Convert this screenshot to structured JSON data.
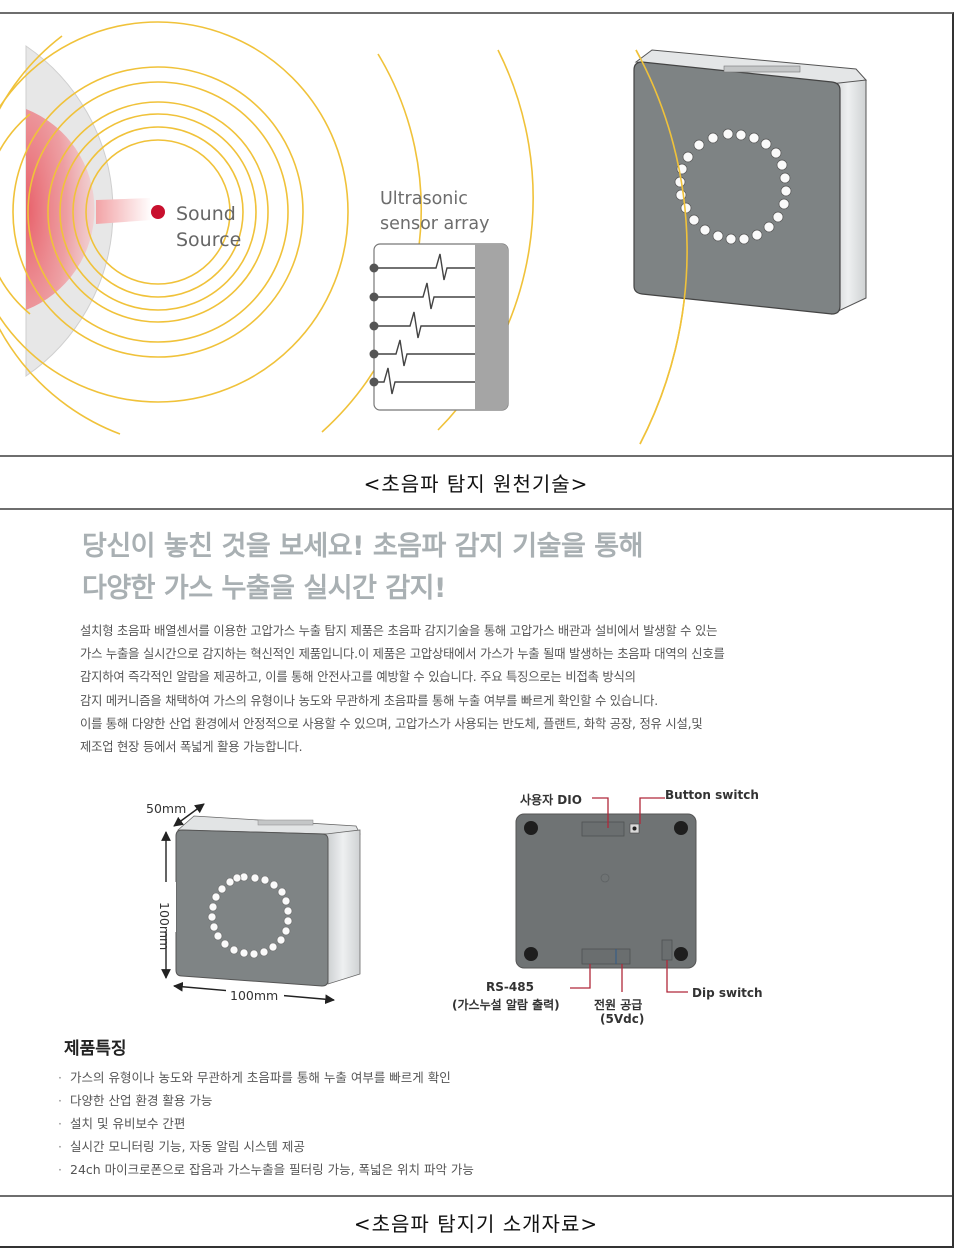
{
  "figure1": {
    "sound_source_label": [
      "Sound",
      "Source"
    ],
    "sensor_array_label": [
      "Ultrasonic",
      "sensor array"
    ],
    "caption": "<초음파 탐지 원천기술>",
    "colors": {
      "wave": "#f0c23a",
      "source_dot": "#c8102e",
      "heat": "#e8747a",
      "cone": "#e6e6e6",
      "device_face": "#7d8283"
    }
  },
  "figure2": {
    "headline": [
      "당신이 놓친 것을 보세요! 초음파 감지 기술을 통해",
      "다양한 가스 누출을 실시간 감지!"
    ],
    "body_lines": [
      "설치형 초음파 배열센서를 이용한 고압가스 누출 탐지 제품은 초음파 감지기술을 통해 고압가스 배관과 설비에서 발생할 수 있는",
      "가스 누출을 실시간으로 감지하는 혁신적인 제품입니다.이 제품은 고압상태에서 가스가 누출 될때 발생하는 초음파 대역의 신호를",
      "감지하여 즉각적인 알람을 제공하고, 이를 통해 안전사고를 예방할 수 있습니다.  주요 특징으로는 비접촉 방식의",
      "감지 메커니즘을 채택하여 가스의 유형이나 농도와 무관하게 초음파를 통해 누출 여부를 빠르게 확인할 수 있습니다.",
      "이를 통해 다양한 산업 환경에서 안정적으로 사용할 수 있으며, 고압가스가 사용되는 반도체, 플랜트, 화학 공장, 정유 시설,및",
      "제조업 현장 등에서 폭넓게 활용 가능합니다."
    ],
    "dimensions": {
      "depth": "50mm",
      "height": "100mm",
      "width": "100mm"
    },
    "rear_labels": {
      "user_dio": "사용자 DIO",
      "button_switch": "Button switch",
      "rs485": "RS-485",
      "rs485_sub": "(가스누설 알람 출력)",
      "power": "전원 공급",
      "power_sub": "(5Vdc)",
      "dip_switch": "Dip switch"
    },
    "features_title": "제품특징",
    "features": [
      "가스의 유형이나 농도와 무관하게 초음파를 통해 누출 여부를 빠르게 확인",
      "다양한 산업 환경 활용 가능",
      "설치 및 유비보수 간편",
      "실시간 모니터링 기능, 자동 알림 시스템 제공",
      "24ch 마이크로폰으로 잡음과 가스누출을 필터링 가능, 폭넓은 위치 파악 가능"
    ],
    "caption": "<초음파 탐지기 소개자료>"
  }
}
